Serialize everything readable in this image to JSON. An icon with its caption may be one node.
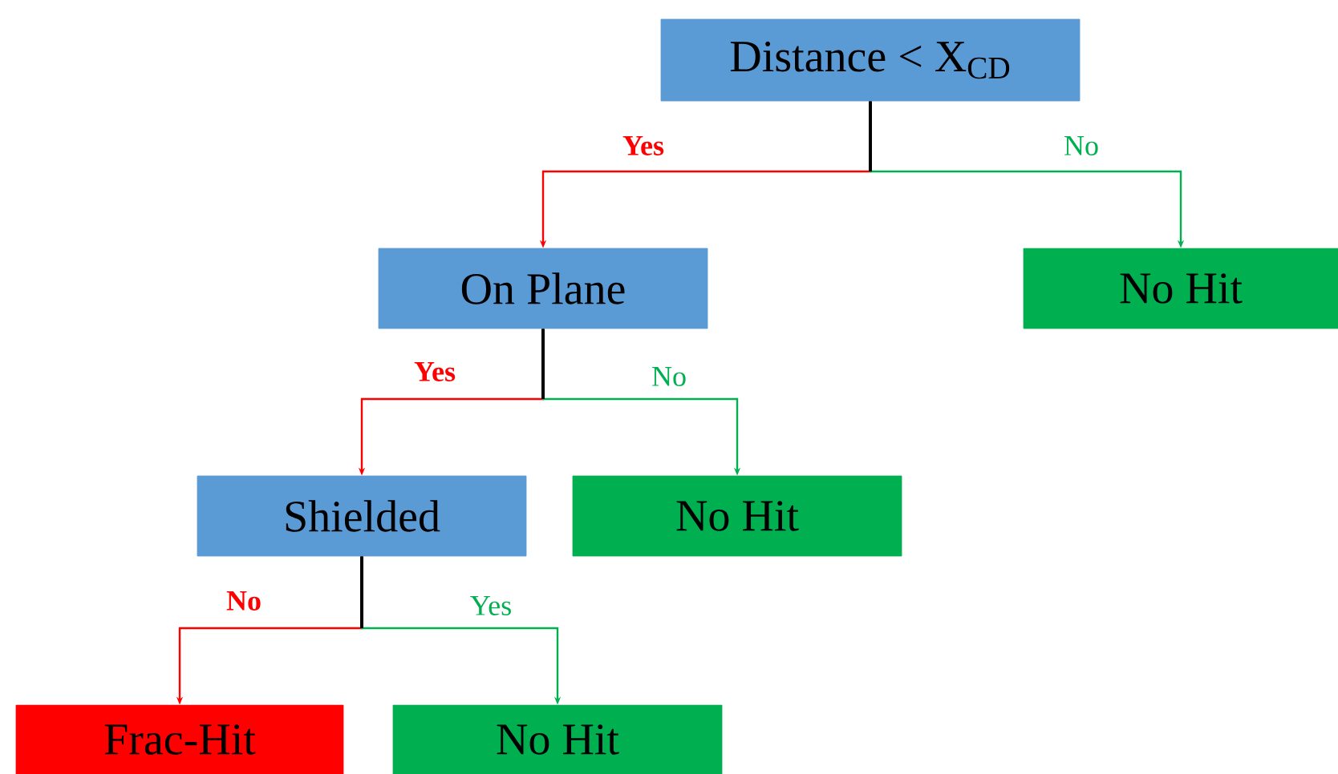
{
  "diagram": {
    "nodes": [
      {
        "text": [
          "Distance < X$_{CD}$"
        ]
      },
      {
        "text": [
          "On Plane"
        ]
      },
      {
        "text": [
          "No Hit"
        ]
      },
      {
        "text": [
          "Shielded"
        ]
      },
      {
        "text": [
          "No Hit"
        ]
      },
      {
        "text": [
          "Frac-Hit"
        ]
      },
      {
        "text": [
          "No Hit"
        ]
      }
    ],
    "edges": [
      {
        "from": 0,
        "to": 1,
        "arrow": "to",
        "label": "Yes",
        "color": "#ff0000"
      },
      {
        "from": 0,
        "to": 2,
        "arrow": "to",
        "label": "No",
        "color": "#00b050"
      },
      {
        "from": 1,
        "to": 3,
        "arrow": "to",
        "label": "Yes",
        "color": "#ff0000"
      },
      {
        "from": 1,
        "to": 4,
        "arrow": "to",
        "label": "No",
        "color": "#00b050"
      },
      {
        "from": 3,
        "to": 5,
        "arrow": "to",
        "label": "No",
        "color": "#ff0000"
      },
      {
        "from": 3,
        "to": 6,
        "arrow": "to",
        "label": "Yes",
        "color": "#00b050"
      }
    ]
  }
}
